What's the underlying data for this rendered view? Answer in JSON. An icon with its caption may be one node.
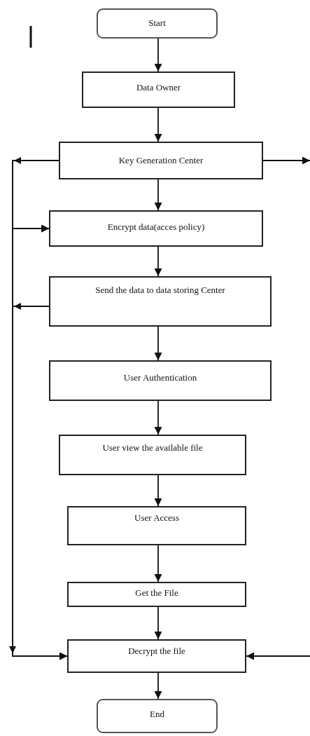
{
  "diagram": {
    "nodes": [
      {
        "text": [
          "Start"
        ]
      },
      {
        "text": [
          "Data Owner"
        ]
      },
      {
        "text": [
          "Key Generation Center"
        ]
      },
      {
        "text": [
          "Encrypt data(acces policy)"
        ]
      },
      {
        "text": [
          "Send the data to data storing Center"
        ]
      },
      {
        "text": [
          "User Authentication"
        ]
      },
      {
        "text": [
          "User view the available file"
        ]
      },
      {
        "text": [
          "User Access"
        ]
      },
      {
        "text": [
          "Get the File"
        ]
      },
      {
        "text": [
          "Decrypt the file"
        ]
      },
      {
        "text": [
          "End"
        ]
      }
    ],
    "edges": [
      {
        "from": 0,
        "to": 1,
        "arrow": "to"
      },
      {
        "from": 1,
        "to": 2,
        "arrow": "to"
      },
      {
        "from": 2,
        "to": 3,
        "arrow": "to"
      },
      {
        "from": 3,
        "to": 4,
        "arrow": "to"
      },
      {
        "from": 4,
        "to": 5,
        "arrow": "to"
      },
      {
        "from": 5,
        "to": 6,
        "arrow": "to"
      },
      {
        "from": 6,
        "to": 7,
        "arrow": "to"
      },
      {
        "from": 7,
        "to": 8,
        "arrow": "to"
      },
      {
        "from": 8,
        "to": 9,
        "arrow": "to"
      },
      {
        "from": 9,
        "to": 10,
        "arrow": "to"
      },
      {
        "from": 2,
        "to": 3,
        "arrow": "to"
      },
      {
        "from": 2,
        "to": 9,
        "arrow": "to"
      },
      {
        "from": 4,
        "to": 3,
        "arrow": "to"
      },
      {
        "from": 4,
        "to": 9,
        "arrow": "to"
      },
      {
        "from": 2,
        "to": null,
        "arrow": "to"
      },
      {
        "from": null,
        "to": 9,
        "arrow": "to"
      }
    ]
  }
}
